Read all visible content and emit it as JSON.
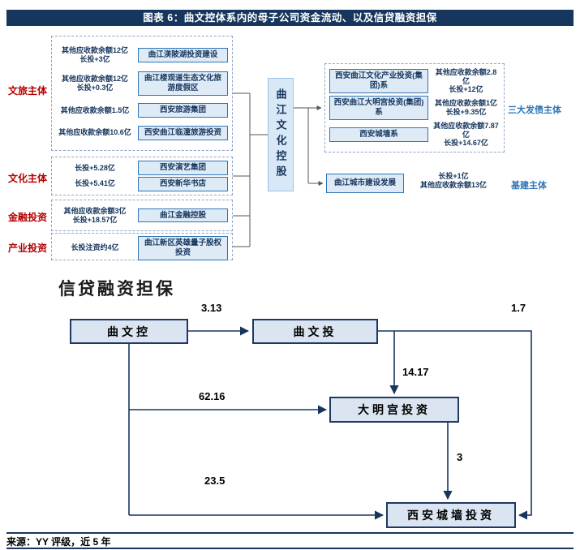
{
  "header": {
    "title": "图表 6：曲文控体系内的母子公司资金流动、以及信贷融资担保"
  },
  "org_chart": {
    "center_node": "曲江文化控股",
    "left_groups": [
      {
        "label": "文旅主体",
        "rows": [
          {
            "text": "其他应收款余额12亿\n长投+3亿",
            "box": "曲江渼陂湖投资建设"
          },
          {
            "text": "其他应收款余额12亿\n长投+0.3亿",
            "box": "曲江楼观道生态文化旅游度假区"
          },
          {
            "text": "其他应收款余额1.5亿",
            "box": "西安旅游集团"
          },
          {
            "text": "其他应收款余额10.6亿",
            "box": "西安曲江临潼旅游投资"
          }
        ]
      },
      {
        "label": "文化主体",
        "rows": [
          {
            "text": "长投+5.28亿",
            "box": "西安演艺集团"
          },
          {
            "text": "长投+5.41亿",
            "box": "西安新华书店"
          }
        ]
      },
      {
        "label": "金融投资",
        "rows": [
          {
            "text": "其他应收款余额3亿\n长投+18.57亿",
            "box": "曲江金融控股"
          }
        ]
      },
      {
        "label": "产业投资",
        "rows": [
          {
            "text": "长投注资约4亿",
            "box": "曲江新区英雄量子股权投资"
          }
        ]
      }
    ],
    "right_group": {
      "label": "三大发债主体",
      "rows": [
        {
          "box": "西安曲江文化产业投资(集团)系",
          "text": "其他应收款余额2.8亿\n长投+12亿"
        },
        {
          "box": "西安曲江大明宫投资(集团)系",
          "text": "其他应收款余额1亿\n长投+9.35亿"
        },
        {
          "box": "西安城墙系",
          "text": "其他应收款余额7.87亿\n长投+14.67亿"
        }
      ]
    },
    "right_bottom": {
      "label": "基建主体",
      "box": "曲江城市建设发展",
      "text": "长投+1亿\n其他应收款余额13亿"
    }
  },
  "flow_chart": {
    "title": "信贷融资担保",
    "nodes": [
      "曲文控",
      "曲文投",
      "大明宫投资",
      "西安城墙投资"
    ],
    "edge_labels": {
      "quwenkong_quwentou": "3.13",
      "quwentou_chengqiang": "1.7",
      "quwentou_damingong": "14.17",
      "quwenkong_damingong": "62.16",
      "damingong_chengqiang": "3",
      "quwenkong_chengqiang": "23.5"
    }
  },
  "footer": {
    "source": "来源：YY 评级，近 5 年"
  },
  "colors": {
    "header_bg": "#17365D",
    "org_box_fill": "#DEEBF7",
    "org_box_border": "#2E75B6",
    "flow_node_fill": "#DBE5F1",
    "flow_node_border": "#1F3864",
    "red_label": "#B30000",
    "blue_label": "#2E75B6"
  }
}
